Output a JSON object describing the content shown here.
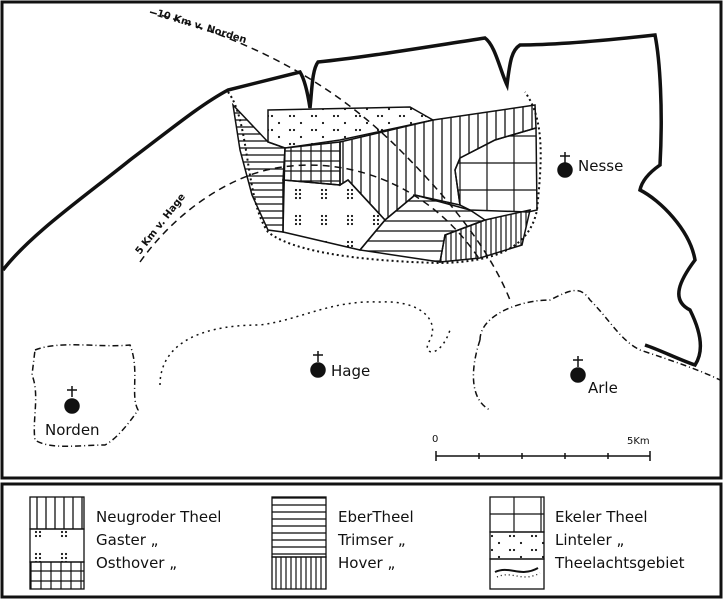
{
  "map": {
    "distance_labels": [
      "10 Km v. Norden",
      "5 Km v. Hage"
    ],
    "towns": [
      {
        "name": "Nesse"
      },
      {
        "name": "Hage"
      },
      {
        "name": "Arle"
      },
      {
        "name": "Norden"
      }
    ],
    "scale": {
      "start": "0",
      "end": "5Km"
    }
  },
  "legend": {
    "col1": [
      {
        "label": "Neugroder Theel",
        "pattern": "vertical-lines"
      },
      {
        "label": "Gaster  „",
        "pattern": "dot-groups"
      },
      {
        "label": "Osthover  „",
        "pattern": "grid"
      }
    ],
    "col2": [
      {
        "label": "EberTheel",
        "pattern": "horizontal-lines"
      },
      {
        "label": "Trimser „",
        "pattern": "wide-horizontal-lines"
      },
      {
        "label": "Hover „",
        "pattern": "dense-vertical-lines"
      }
    ],
    "col3": [
      {
        "label": "Ekeler Theel",
        "pattern": "large-grid"
      },
      {
        "label": "Linteler „",
        "pattern": "dots"
      },
      {
        "label": "Theelachtsgebiet",
        "pattern": "dotted-boundary"
      }
    ]
  }
}
